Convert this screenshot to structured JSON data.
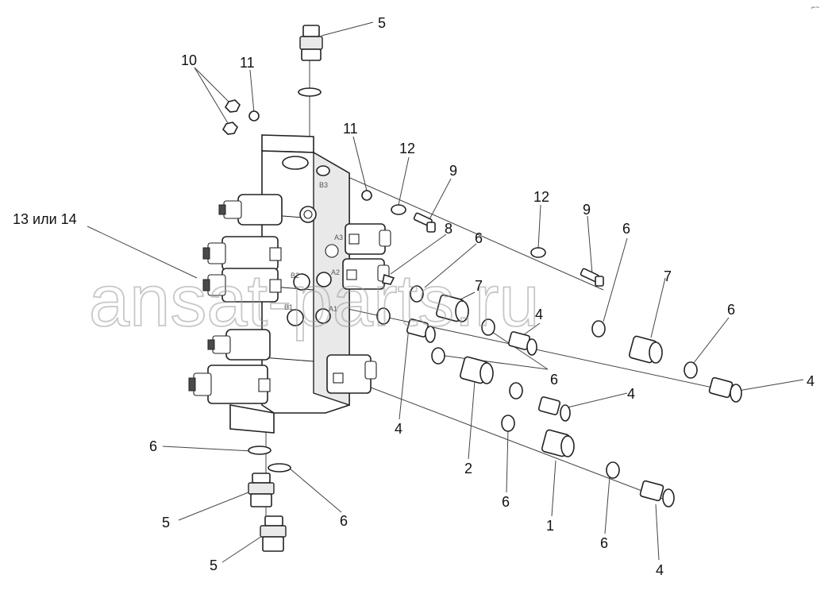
{
  "diagram": {
    "callouts": [
      {
        "id": "c5-top",
        "text": "5"
      },
      {
        "id": "c10",
        "text": "10"
      },
      {
        "id": "c11-a",
        "text": "11"
      },
      {
        "id": "c11-b",
        "text": "11"
      },
      {
        "id": "c12-a",
        "text": "12"
      },
      {
        "id": "c9-a",
        "text": "9"
      },
      {
        "id": "c12-b",
        "text": "12"
      },
      {
        "id": "c9-b",
        "text": "9"
      },
      {
        "id": "c13",
        "text": "13 или 14"
      },
      {
        "id": "c8",
        "text": "8"
      },
      {
        "id": "c6-a",
        "text": "6"
      },
      {
        "id": "c6-b",
        "text": "6"
      },
      {
        "id": "c7-a",
        "text": "7"
      },
      {
        "id": "c7-b",
        "text": "7"
      },
      {
        "id": "c4-a",
        "text": "4"
      },
      {
        "id": "c6-c",
        "text": "6"
      },
      {
        "id": "c4-b",
        "text": "4"
      },
      {
        "id": "c6-d",
        "text": "6"
      },
      {
        "id": "c4-c",
        "text": "4"
      },
      {
        "id": "c4-d",
        "text": "4"
      },
      {
        "id": "c2",
        "text": "2"
      },
      {
        "id": "c6-e",
        "text": "6"
      },
      {
        "id": "c6-f",
        "text": "6"
      },
      {
        "id": "c5-b",
        "text": "5"
      },
      {
        "id": "c6-g",
        "text": "6"
      },
      {
        "id": "c5-c",
        "text": "5"
      },
      {
        "id": "c1",
        "text": "1"
      },
      {
        "id": "c6-h",
        "text": "6"
      },
      {
        "id": "c4-e",
        "text": "4"
      }
    ],
    "port_labels": {
      "b3": "B3",
      "a3": "A3",
      "b2": "B2",
      "a2": "A2",
      "b1": "B1",
      "a1": "A1"
    },
    "watermark": "ansat-parts.ru",
    "corner_mark": "⌐~"
  }
}
